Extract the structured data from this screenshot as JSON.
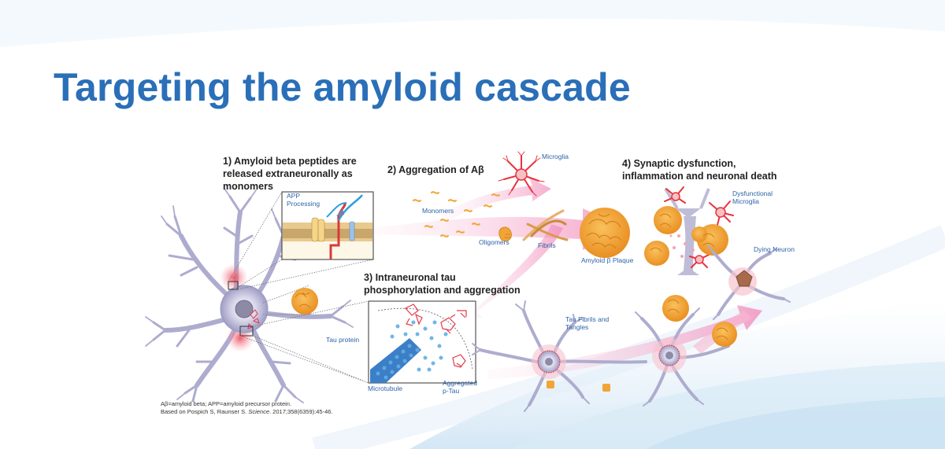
{
  "title": "Targeting the amyloid cascade",
  "steps": {
    "step1": [
      "1) Amyloid beta peptides are",
      "released extraneuronally as",
      "monomers"
    ],
    "step2": [
      "2) Aggregation of Aβ"
    ],
    "step3": [
      "3) Intraneuronal tau",
      "phosphorylation and aggregation"
    ],
    "step4": [
      "4) Synaptic dysfunction,",
      "inflammation and neuronal death"
    ]
  },
  "labels": {
    "app_processing": [
      "APP",
      "Processing"
    ],
    "microglia": "Microglia",
    "monomers": "Monomers",
    "oligomers": "Oligomers",
    "fibrils": "Fibrils",
    "plaque": "Amyloid β Plaque",
    "dysfunctional_microglia": [
      "Dysfunctional",
      "Microglia"
    ],
    "dying_neuron": "Dying Neuron",
    "tau_fibrils": [
      "Tau Fibrils and",
      "Tangles"
    ],
    "tau_protein": "Tau protein",
    "microtubule": "Microtubule",
    "aggregated_ptau": [
      "Aggregated",
      "p-Tau"
    ]
  },
  "footnote": {
    "line1": "Aβ=amyloid beta; APP=amyloid precursor protein.",
    "line2_prefix": "Based on Pospich S, Raunser S. ",
    "line2_journal": "Science",
    "line2_suffix": ". 2017;358(6359):45-46."
  },
  "colors": {
    "title": "#2a6fb8",
    "label_blue": "#2d63a8",
    "neuron": "#b4b2d2",
    "plaque": "#f2a437",
    "pink_arrow": "#f4a7c9",
    "microglia_red": "#e8333c"
  }
}
